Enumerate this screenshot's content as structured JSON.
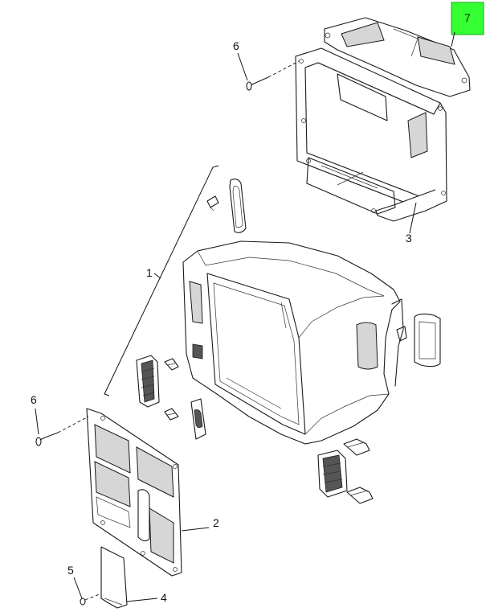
{
  "callouts": {
    "c1": "1",
    "c2": "2",
    "c3": "3",
    "c4": "4",
    "c5": "5",
    "c6a": "6",
    "c6b": "6",
    "c7": "7"
  },
  "highlight": {
    "color": "#33ff33",
    "target": "7"
  },
  "colors": {
    "line": "#1a1a1a",
    "shade": "#d6d6d6"
  }
}
